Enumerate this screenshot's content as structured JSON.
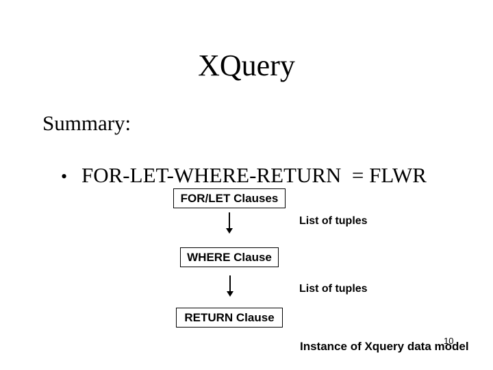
{
  "colors": {
    "background": "#ffffff",
    "text": "#000000",
    "box_border": "#000000"
  },
  "slide": {
    "title": "XQuery",
    "summary_label": "Summary:",
    "bullet": {
      "marker": "•",
      "text": "FOR-LET-WHERE-RETURN  = FLWR"
    },
    "diagram": {
      "boxes": [
        {
          "label": "FOR/LET Clauses"
        },
        {
          "label": "WHERE Clause"
        },
        {
          "label": "RETURN Clause"
        }
      ],
      "arrow_labels": [
        "List of tuples",
        "List of tuples"
      ],
      "output_label": "Instance of Xquery data model"
    },
    "page_number": "10"
  }
}
